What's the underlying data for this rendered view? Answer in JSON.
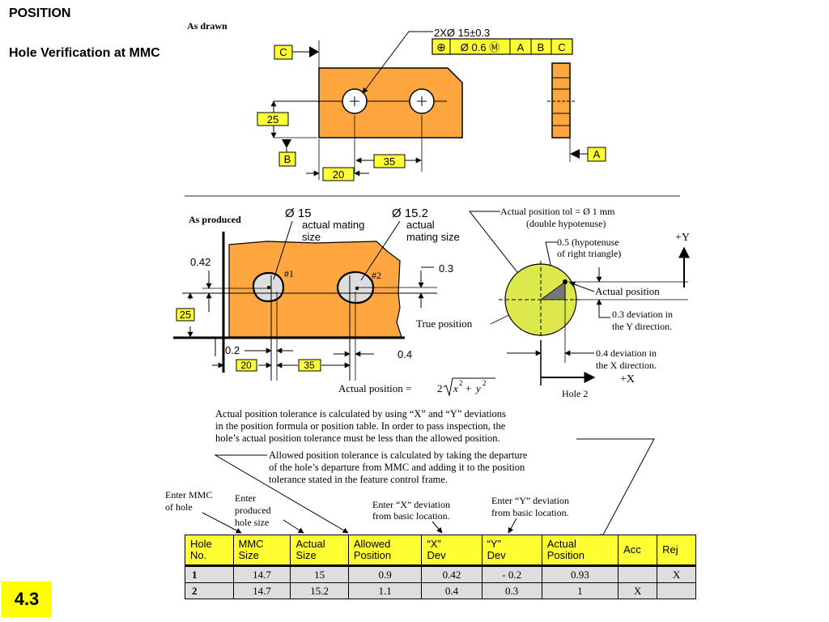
{
  "sidebar": {
    "title": "POSITION",
    "subtitle": "Hole Verification at MMC"
  },
  "slide_number": "4.3",
  "as_drawn": {
    "title": "As drawn",
    "callout": "2XØ 15±0.3",
    "fcf": [
      "⊕",
      "Ø 0.6 Ⓜ",
      "A",
      "B",
      "C"
    ],
    "datums": [
      "A",
      "B",
      "C"
    ],
    "dims": [
      "25",
      "35",
      "20"
    ]
  },
  "as_produced": {
    "title": "As produced",
    "hole1": {
      "size": "Ø 15",
      "line1": "actual mating",
      "line2": "size",
      "tag": "#1"
    },
    "hole2": {
      "size": "Ø 15.2",
      "line1": "actual",
      "line2": "mating size",
      "tag": "#2"
    },
    "labels": {
      "v042": "0.42",
      "v03": "0.3",
      "v02": "0.2",
      "v04": "0.4",
      "true_position": "True position",
      "actual_position_formula": "Actual position ="
    },
    "dims": [
      "25",
      "20",
      "35"
    ]
  },
  "tol_zone": {
    "title_line1": "Actual position tol  = Ø 1 mm",
    "title_line2": "(double hypotenuse)",
    "hyp_line1": "0.5 (hypotenuse",
    "hyp_line2": "of right triangle)",
    "actual_position": "Actual position",
    "ydev_line1": "0.3 deviation in",
    "ydev_line2": "the Y direction.",
    "xdev_line1": "0.4 deviation in",
    "xdev_line2": "the X direction.",
    "plus_y": "+Y",
    "plus_x": "+X",
    "hole_label": "Hole 2"
  },
  "notes": {
    "para1": [
      "Actual position tolerance is calculated by using “X” and “Y” deviations",
      "in the position formula or position table.  In order to pass inspection, the",
      "hole’s actual position tolerance must be less than the allowed position."
    ],
    "para2": [
      "Allowed position tolerance is calculated by taking the departure",
      "of the hole’s departure from MMC and adding it to the position",
      "tolerance stated in the feature control frame."
    ],
    "enter_mmc": [
      "Enter MMC",
      "of hole"
    ],
    "enter_produced": [
      "Enter",
      "produced",
      "hole size"
    ],
    "enter_x": [
      "Enter “X” deviation",
      "from basic location."
    ],
    "enter_y": [
      "Enter “Y” deviation",
      "from basic location."
    ]
  },
  "table": {
    "headers": [
      "Hole\nNo.",
      "MMC\nSize",
      "Actual\nSize",
      "Allowed\nPosition",
      "“X”\nDev",
      "“Y”\nDev",
      "Actual\nPosition",
      "Acc",
      "Rej"
    ],
    "rows": [
      [
        "1",
        "14.7",
        "15",
        "0.9",
        "0.42",
        "- 0.2",
        "0.93",
        "",
        "X"
      ],
      [
        "2",
        "14.7",
        "15.2",
        "1.1",
        "0.4",
        "0.3",
        "1",
        "X",
        ""
      ]
    ]
  },
  "colors": {
    "part_orange": "#ffa640",
    "tag_yellow": "#ffff33",
    "zone_yellow": "#dde84a",
    "table_header": "#ffff33",
    "table_cell": "#dedede"
  }
}
